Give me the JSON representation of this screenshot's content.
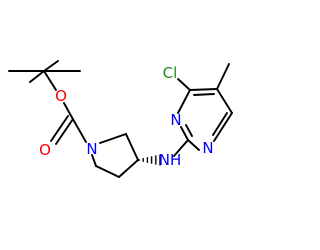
{
  "molecule": {
    "atoms": {
      "oxygen_ether": "O",
      "oxygen_carbonyl": "O",
      "nitrogen_pyrrolidine": "N",
      "nitrogen_amine": "NH",
      "nitrogen_ring_upper": "N",
      "nitrogen_ring_lower": "N",
      "chlorine": "Cl"
    },
    "colors": {
      "bond": "#000000",
      "oxygen": "#ff0000",
      "nitrogen": "#0000ff",
      "chlorine": "#228b22"
    }
  }
}
